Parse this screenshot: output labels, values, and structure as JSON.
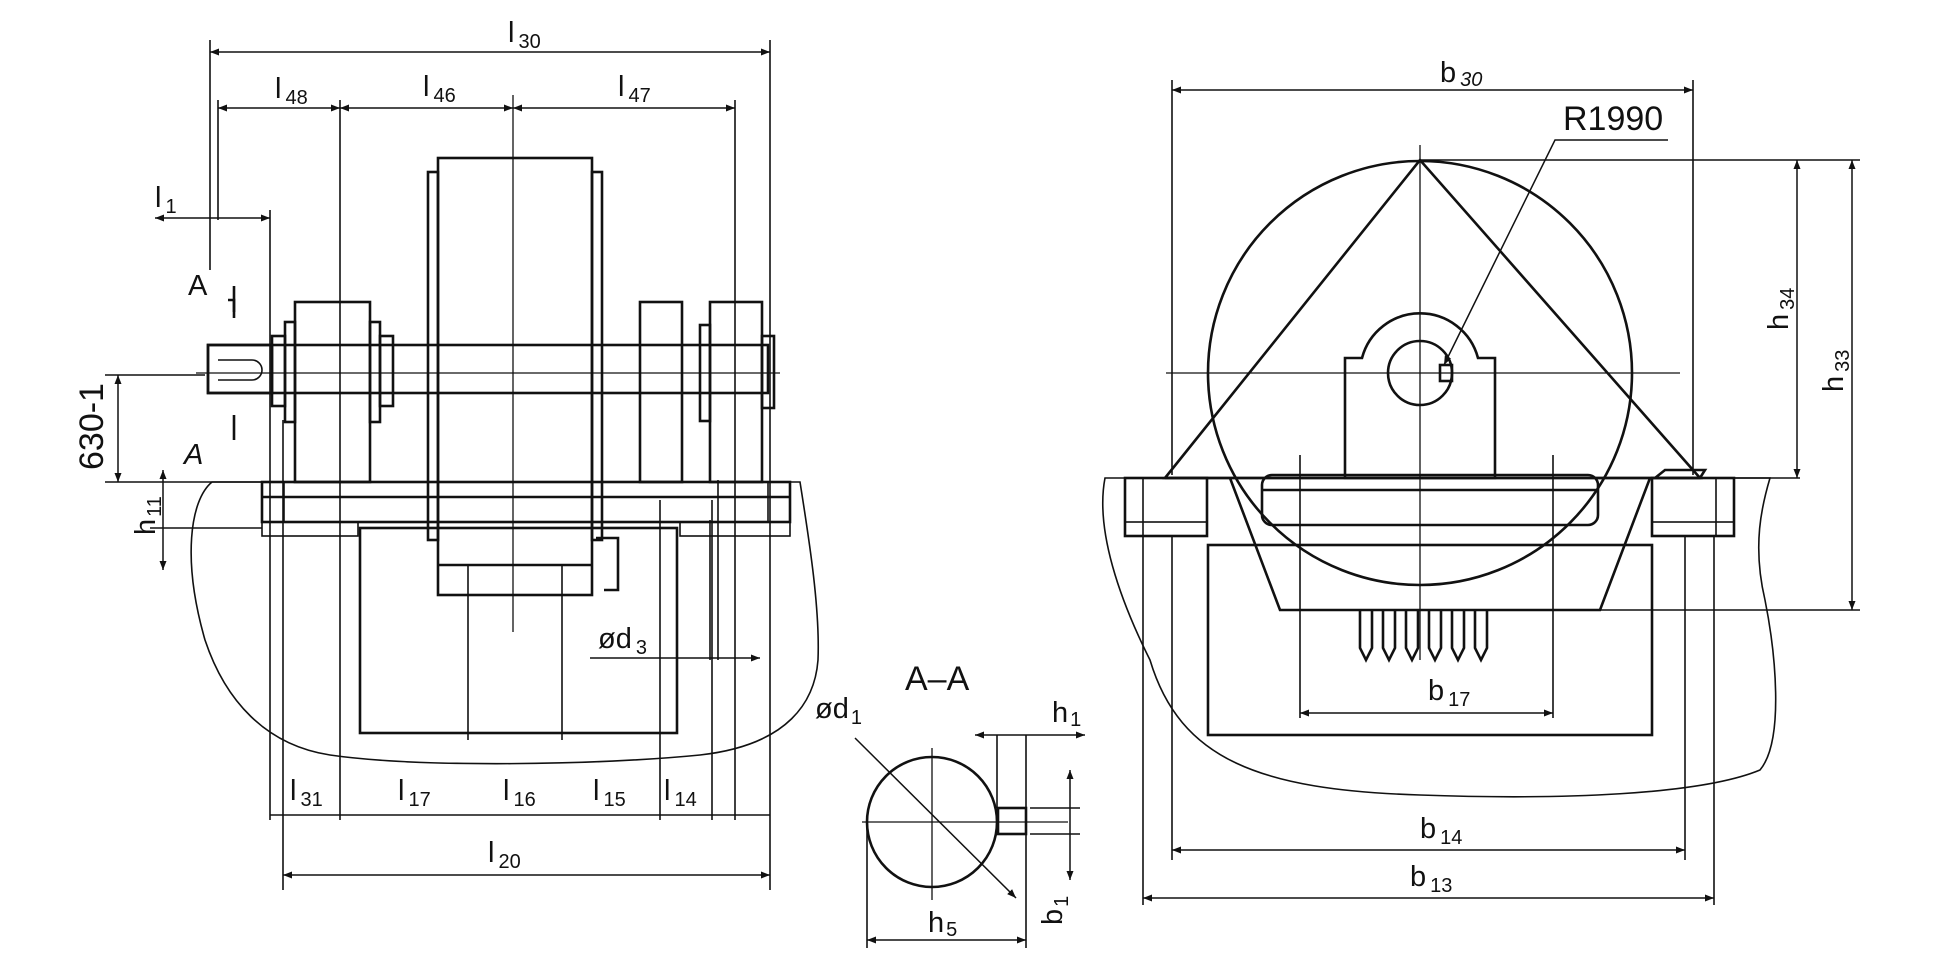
{
  "front_view": {
    "dims": {
      "l30": {
        "main": "l",
        "sub": "30"
      },
      "l48": {
        "main": "l",
        "sub": "48"
      },
      "l46": {
        "main": "l",
        "sub": "46"
      },
      "l47": {
        "main": "l",
        "sub": "47"
      },
      "l1": {
        "main": "l",
        "sub": "1"
      },
      "l31": {
        "main": "l",
        "sub": "31"
      },
      "l17": {
        "main": "l",
        "sub": "17"
      },
      "l16": {
        "main": "l",
        "sub": "16"
      },
      "l15": {
        "main": "l",
        "sub": "15"
      },
      "l14": {
        "main": "l",
        "sub": "14"
      },
      "l20": {
        "main": "l",
        "sub": "20"
      },
      "h11": {
        "main": "h",
        "sub": "11"
      },
      "d3": {
        "main": "ød",
        "sub": "3"
      }
    },
    "height_label": "630-1",
    "section_mark_top": "A",
    "section_mark_bottom": "A"
  },
  "section_view": {
    "title": "A–A",
    "dims": {
      "d1": {
        "main": "ød",
        "sub": "1"
      },
      "h1": {
        "main": "h",
        "sub": "1"
      },
      "h5": {
        "main": "h",
        "sub": "5"
      },
      "b1": {
        "main": "b",
        "sub": "1"
      }
    }
  },
  "side_view": {
    "radius_label": "R1990",
    "dims": {
      "b30": {
        "main": "b",
        "sub": "30"
      },
      "h34": {
        "main": "h",
        "sub": "34"
      },
      "h33": {
        "main": "h",
        "sub": "33"
      },
      "b17": {
        "main": "b",
        "sub": "17"
      },
      "b14": {
        "main": "b",
        "sub": "14"
      },
      "b13": {
        "main": "b",
        "sub": "13"
      }
    }
  }
}
